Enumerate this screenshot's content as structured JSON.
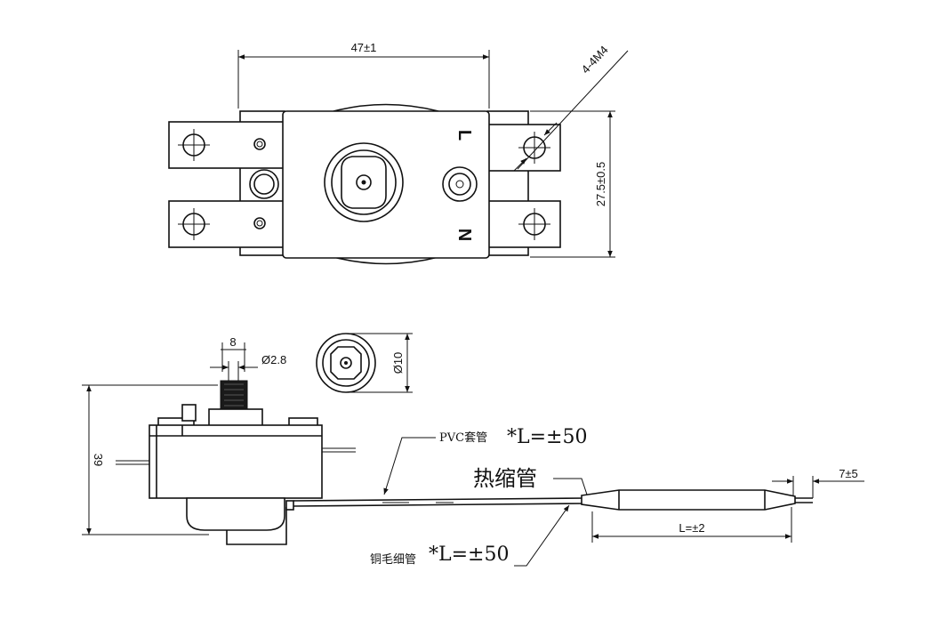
{
  "top_view": {
    "width_dim": "47±1",
    "height_dim": "27.5±0.5",
    "hole_callout": "4-4M4",
    "terminal_L": "L",
    "terminal_N": "N"
  },
  "side_view": {
    "shaft_width": "8",
    "shaft_dia": "Ø2.8",
    "height_dim": "39",
    "knob_dia": "Ø10",
    "pvc_label": "PVC套管",
    "pvc_len": "*L=±50",
    "heat_shrink": "热缩管",
    "tip_dim": "7±5",
    "bulb_len": "L=±2",
    "capillary_label": "铜毛细管",
    "capillary_len": "*L=±50"
  }
}
